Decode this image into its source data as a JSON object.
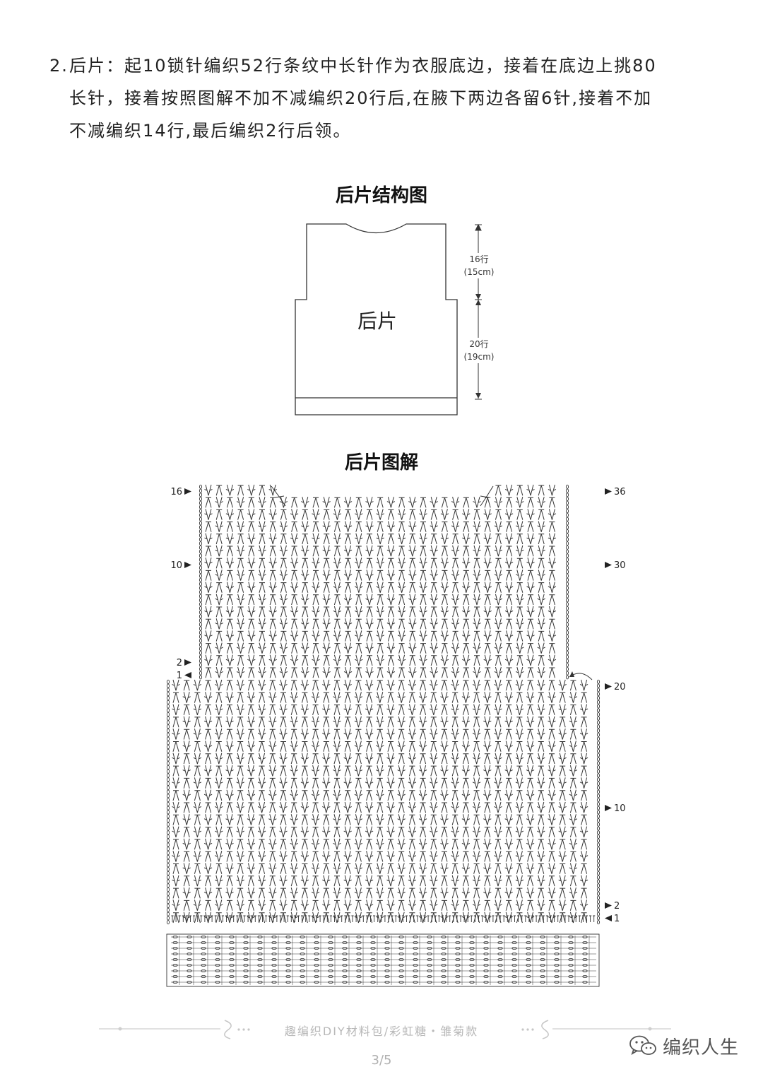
{
  "instructions": {
    "number": "2.",
    "lines": [
      "后片：起10锁针编织52行条纹中长针作为衣服底边，接着在底边上挑80",
      "长针，接着按照图解不加不减编织20行后,在腋下两边各留6针,接着不加",
      "不减编织14行,最后编织2行后领。"
    ]
  },
  "structure": {
    "title": "后片结构图",
    "piece_label": "后片",
    "upper_rows": "16行",
    "upper_cm": "(15cm)",
    "lower_rows": "20行",
    "lower_cm": "(19cm)"
  },
  "chart": {
    "title": "后片图解",
    "left_markers": [
      {
        "label": "16",
        "dir": "right"
      },
      {
        "label": "10",
        "dir": "right"
      },
      {
        "label": "2",
        "dir": "right"
      },
      {
        "label": "1",
        "dir": "left"
      }
    ],
    "right_markers": [
      {
        "label": "36",
        "dir": "right"
      },
      {
        "label": "30",
        "dir": "right"
      },
      {
        "label": "20",
        "dir": "right"
      },
      {
        "label": "10",
        "dir": "right"
      },
      {
        "label": "2",
        "dir": "right"
      },
      {
        "label": "1",
        "dir": "left"
      }
    ],
    "body_rows": 20,
    "upper_rows": 16,
    "stitch_color": "#333333"
  },
  "footer": {
    "text": "趣编织DIY材料包/彩虹糖・雏菊款",
    "page": "3/5",
    "watermark": "编织人生",
    "watermark_icon": "wechat-icon"
  }
}
